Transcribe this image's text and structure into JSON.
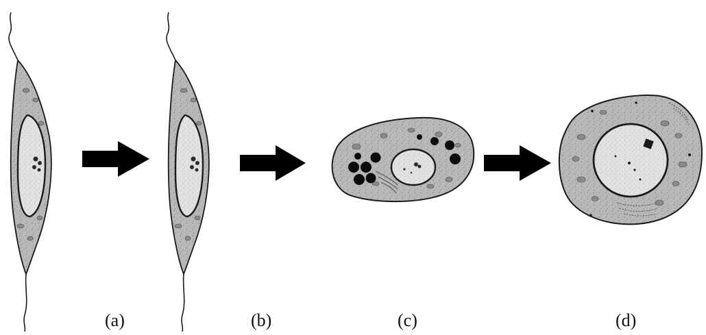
{
  "labels": [
    "(a)",
    "(b)",
    "(c)",
    "(d)"
  ],
  "colors": {
    "cytoplasm": "#b7b7b7",
    "nucleus": "#dedede",
    "outline": "#1a1a1a",
    "arrow": "#000000",
    "granule": "#0c0c0c",
    "organelle": "#8a8a8a"
  }
}
